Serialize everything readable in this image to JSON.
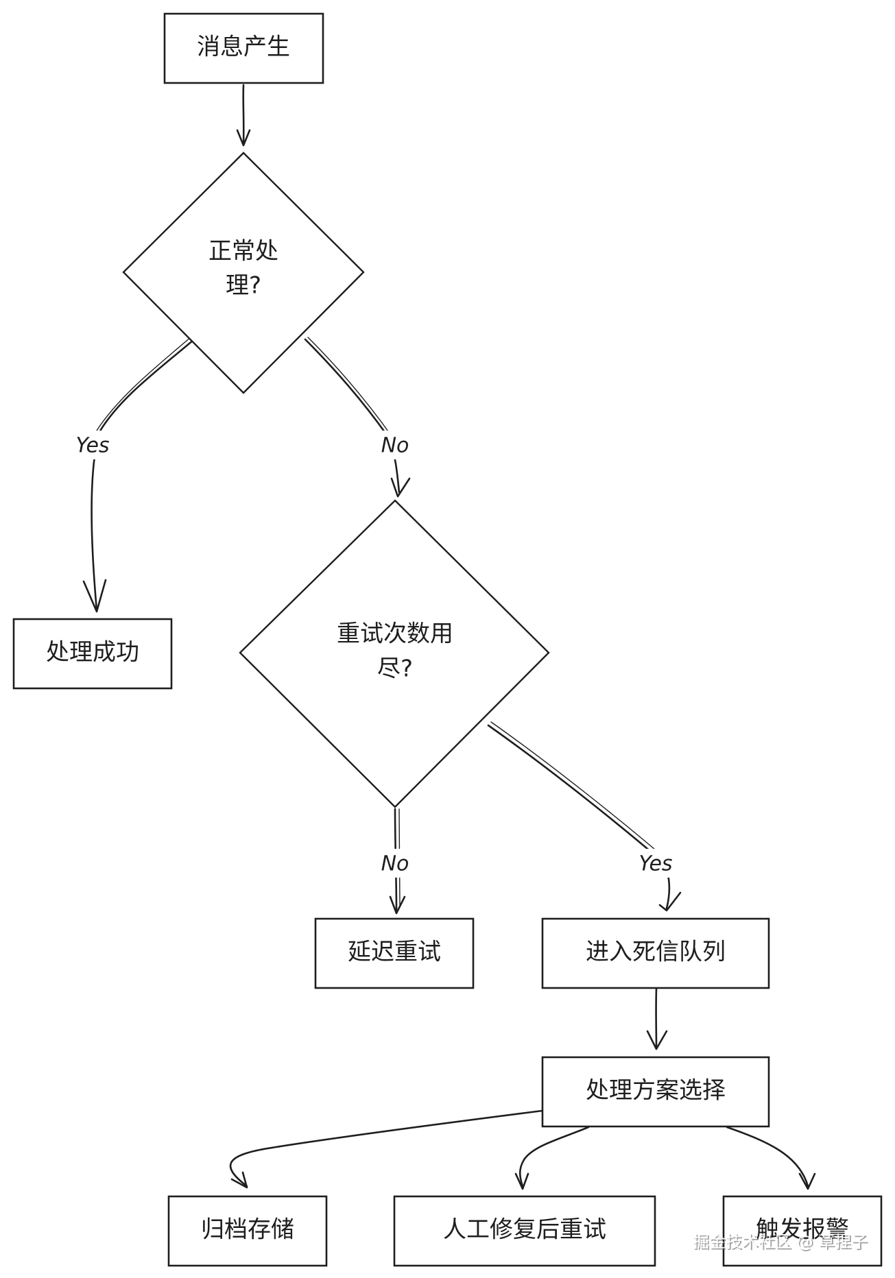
{
  "nodes": {
    "msg_produce": "消息产生",
    "normal_process_line1": "正常处",
    "normal_process_line2": "理?",
    "process_success": "处理成功",
    "retry_exhausted_line1": "重试次数用",
    "retry_exhausted_line2": "尽?",
    "delay_retry": "延迟重试",
    "enter_dlq": "进入死信队列",
    "choose_plan": "处理方案选择",
    "archive": "归档存储",
    "manual_fix": "人工修复后重试",
    "alert": "触发报警"
  },
  "edges": {
    "normal_yes": "Yes",
    "normal_no": "No",
    "retry_no": "No",
    "retry_yes": "Yes"
  },
  "watermark": "掘金技术社区 @ 草捏子"
}
